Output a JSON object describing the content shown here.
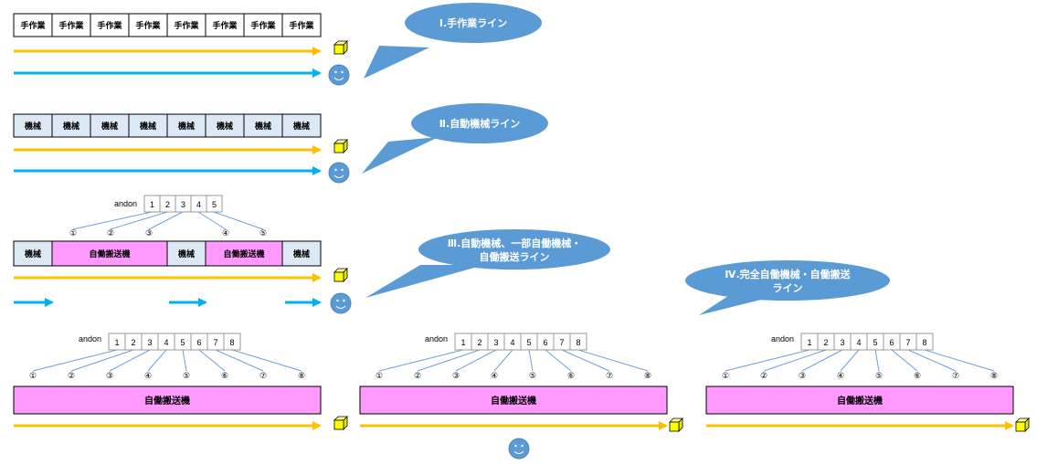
{
  "colors": {
    "manual_cell": "#ffffff",
    "machine_cell": "#dce9f5",
    "transfer_cell": "#ff99ff",
    "flow_arrow": "#ffc000",
    "worker_arrow": "#00b0f0",
    "bubble": "#5b9bd5",
    "smiley": "#5b9bd5",
    "box": "#ffff00",
    "andon_line": "#6f9fd8"
  },
  "line1": {
    "cells": [
      "手作業",
      "手作業",
      "手作業",
      "手作業",
      "手作業",
      "手作業",
      "手作業",
      "手作業"
    ],
    "bubble": [
      "Ⅰ.手作業ライン"
    ]
  },
  "line2": {
    "cells": [
      "機械",
      "機械",
      "機械",
      "機械",
      "機械",
      "機械",
      "機械",
      "機械"
    ],
    "bubble": [
      "Ⅱ.自動機械ライン"
    ]
  },
  "line3": {
    "andon_label": "andon",
    "andon_numbers": [
      "1",
      "2",
      "3",
      "4",
      "5"
    ],
    "circled": [
      "①",
      "②",
      "③",
      "④",
      "⑤"
    ],
    "segments": [
      "機械",
      "自働搬送機",
      "機械",
      "自働搬送機",
      "機械"
    ],
    "bubble": [
      "Ⅲ.自動機械、一部自働機械・",
      "自働搬送ライン"
    ]
  },
  "line4": {
    "bubble": [
      "Ⅳ.完全自働機械・自働搬送",
      "ライン"
    ]
  },
  "line5": {
    "andon_label": "andon",
    "andon_numbers": [
      "1",
      "2",
      "3",
      "4",
      "5",
      "6",
      "7",
      "8"
    ],
    "circled": [
      "①",
      "②",
      "③",
      "④",
      "⑤",
      "⑥",
      "⑦",
      "⑧"
    ],
    "bar": "自働搬送機"
  }
}
